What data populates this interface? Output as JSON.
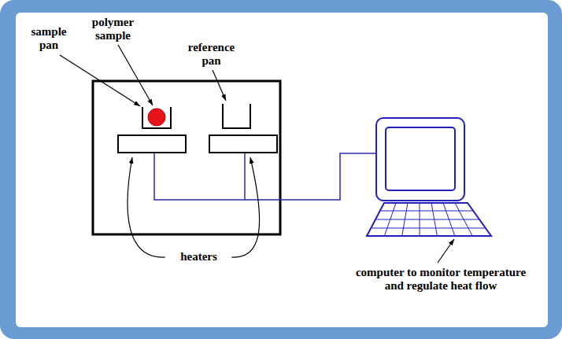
{
  "diagram": {
    "labels": [
      "sample pan",
      "polymer sample",
      "reference pan",
      "heaters",
      "computer to monitor temperature and regulate heat flow"
    ]
  }
}
